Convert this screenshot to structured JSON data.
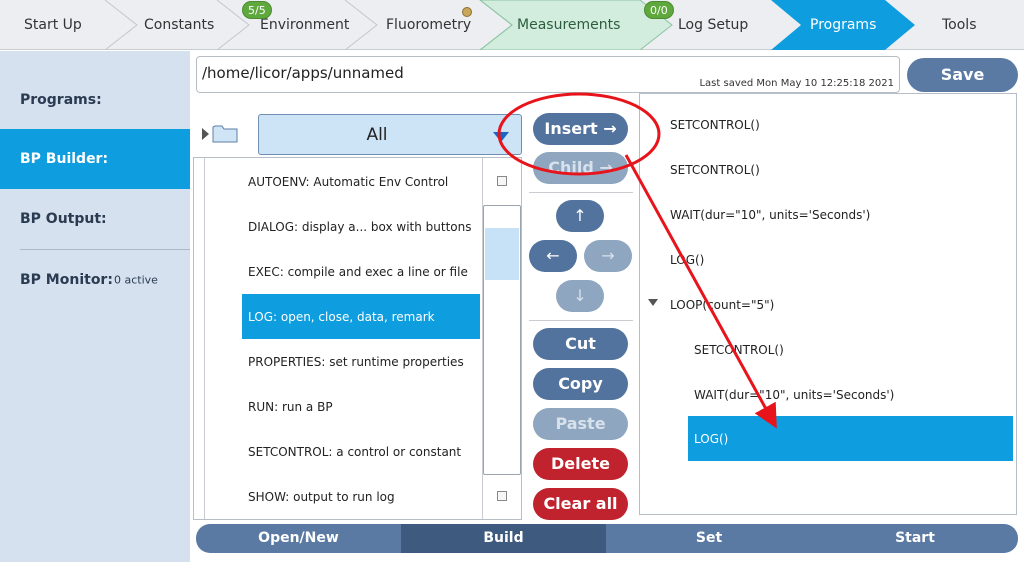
{
  "topnav": {
    "tabs": [
      {
        "label": "Start Up"
      },
      {
        "label": "Constants"
      },
      {
        "label": "Environment",
        "badge": "5/5"
      },
      {
        "label": "Fluorometry"
      },
      {
        "label": "Measurements"
      },
      {
        "label": "Log Setup",
        "badge": "0/0"
      },
      {
        "label": "Programs"
      },
      {
        "label": "Tools"
      }
    ]
  },
  "sidebar": {
    "items": [
      {
        "label": "Programs:"
      },
      {
        "label": "BP Builder:"
      },
      {
        "label": "BP Output:"
      },
      {
        "label": "BP Monitor:",
        "sub": "0 active"
      }
    ]
  },
  "file": {
    "path": "/home/licor/apps/unnamed",
    "last_saved": "Last saved Mon May 10 12:25:18 2021",
    "save_label": "Save"
  },
  "category": {
    "selected": "All"
  },
  "commands": [
    "AUTOENV: Automatic Env Control",
    "DIALOG: display a... box with buttons",
    "EXEC: compile and exec a line or file",
    "LOG: open, close, data, remark",
    "PROPERTIES: set runtime properties",
    "RUN: run a BP",
    "SETCONTROL: a control or constant",
    "SHOW: output to run log"
  ],
  "actions": {
    "insert": "Insert →",
    "child": "Child →",
    "up": "↑",
    "left": "←",
    "right": "→",
    "down": "↓",
    "cut": "Cut",
    "copy": "Copy",
    "paste": "Paste",
    "delete": "Delete",
    "clear_all": "Clear all"
  },
  "program": [
    "SETCONTROL()",
    "SETCONTROL()",
    "WAIT(dur=\"10\", units='Seconds')",
    "LOG()",
    "LOOP(count=\"5\")",
    "SETCONTROL()",
    "WAIT(dur=\"10\", units='Seconds')",
    "LOG()"
  ],
  "bottom_tabs": [
    "Open/New",
    "Build",
    "Set",
    "Start"
  ],
  "colors": {
    "accent": "#0e9ddf",
    "button": "#52739d",
    "danger": "#c1232e",
    "annotation": "#e8141b"
  }
}
